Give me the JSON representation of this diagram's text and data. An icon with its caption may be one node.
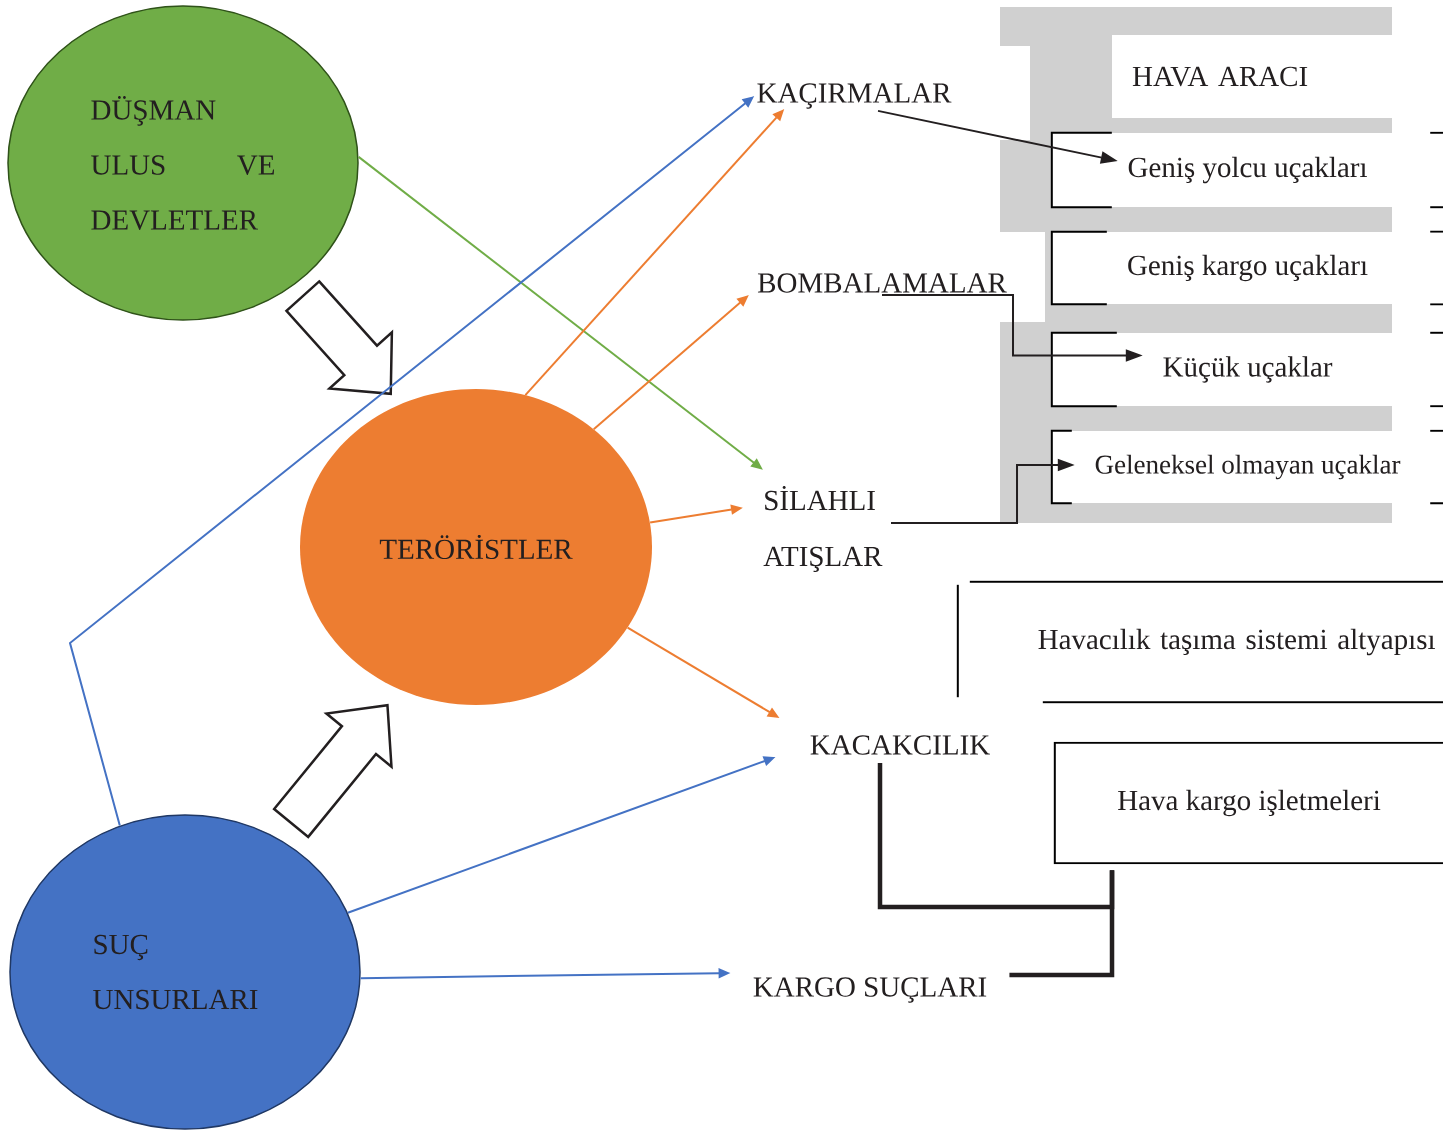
{
  "diagram": {
    "nodes": [
      {
        "text": [
          "DÜŞMAN ULUS VE DEVLETLER"
        ]
      },
      {
        "text": [
          "TERÖRİSTLER"
        ]
      },
      {
        "text": [
          "SUÇ UNSURLARI"
        ]
      },
      {
        "text": [
          "KAÇIRMALAR"
        ]
      },
      {
        "text": [
          "BOMBALAMALAR"
        ]
      },
      {
        "text": [
          "SİLAHLI ATIŞLAR"
        ]
      },
      {
        "text": [
          "KACAKCILIK"
        ]
      },
      {
        "text": [
          "KARGO SUÇLARI"
        ]
      },
      {
        "text": [
          "HAVA ARACI"
        ]
      },
      {
        "text": [
          "Geniş yolcu uçakları"
        ]
      },
      {
        "text": [
          "Geniş kargo uçakları"
        ]
      },
      {
        "text": [
          "Küçük uçaklar"
        ]
      },
      {
        "text": [
          "Geleneksel olmayan uçaklar"
        ]
      },
      {
        "text": [
          "Havacılık taşıma sistemi altyapısı"
        ]
      },
      {
        "text": [
          "Hava kargo işletmeleri"
        ]
      }
    ],
    "edges": [
      {
        "from": 0,
        "to": 1,
        "arrow": "to",
        "style": "thick",
        "color": "#231f20"
      },
      {
        "from": 2,
        "to": 1,
        "arrow": "to",
        "style": "thick",
        "color": "#231f20"
      },
      {
        "from": 0,
        "to": 5,
        "arrow": "to",
        "color": "#70ad47"
      },
      {
        "from": 1,
        "to": 3,
        "arrow": "to",
        "color": "#ed7d31"
      },
      {
        "from": 1,
        "to": 4,
        "arrow": "to",
        "color": "#ed7d31"
      },
      {
        "from": 1,
        "to": 5,
        "arrow": "to",
        "color": "#ed7d31"
      },
      {
        "from": 1,
        "to": 6,
        "arrow": "to",
        "color": "#ed7d31"
      },
      {
        "from": 2,
        "to": 3,
        "arrow": "to",
        "color": "#4472c4"
      },
      {
        "from": 2,
        "to": 6,
        "arrow": "to",
        "color": "#4472c4"
      },
      {
        "from": 2,
        "to": 7,
        "arrow": "to",
        "color": "#4472c4"
      },
      {
        "from": 3,
        "to": 9,
        "arrow": "to",
        "color": "#231f20"
      },
      {
        "from": 4,
        "to": 11,
        "arrow": "to",
        "color": "#231f20"
      },
      {
        "from": 5,
        "to": 12,
        "arrow": "to",
        "color": "#231f20"
      },
      {
        "from": 6,
        "to": 14,
        "arrow": "none",
        "style": "thick",
        "color": "#231f20"
      },
      {
        "from": 7,
        "to": 14,
        "arrow": "none",
        "style": "thick",
        "color": "#231f20"
      }
    ]
  }
}
